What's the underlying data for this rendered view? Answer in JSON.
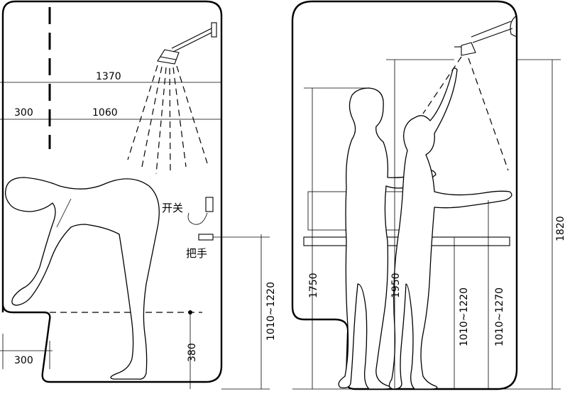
{
  "left_panel": {
    "dim_total_width": "1370",
    "dim_left_part": "300",
    "dim_right_part": "1060",
    "dim_floor_step": "300",
    "dim_bar_height": "380",
    "dim_handle_range": "1010~1220",
    "switch_label": "开关",
    "handle_label": "把手"
  },
  "right_panel": {
    "dim_reach_adult": "1750",
    "dim_reach_high": "1950",
    "dim_handle_range_a": "1010~1220",
    "dim_handle_range_b": "1010~1270",
    "dim_shower_height": "1820"
  }
}
